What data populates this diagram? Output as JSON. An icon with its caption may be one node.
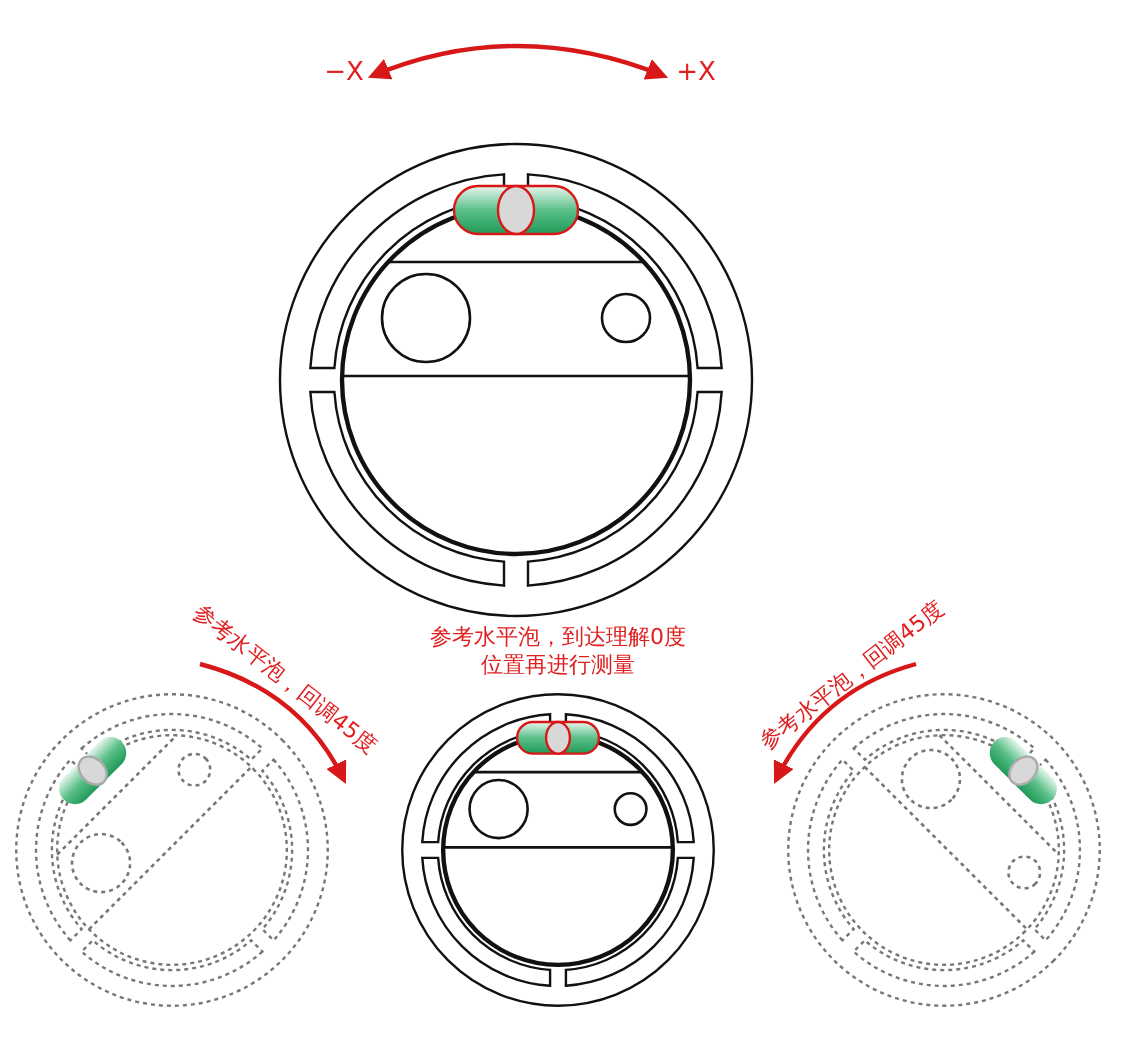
{
  "diagram": {
    "labels": [
      "−X",
      "+X",
      "参考水平泡，回调45度",
      "参考水平泡，到达理解0度位置再进行测量",
      "参考水平泡，回调45度"
    ]
  }
}
